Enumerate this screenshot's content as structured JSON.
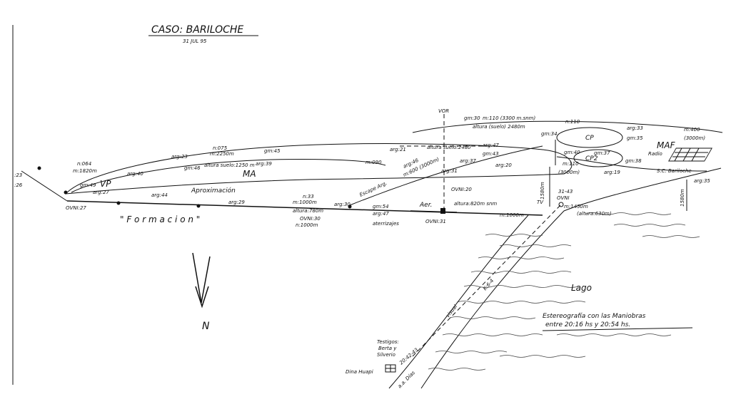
{
  "title": "CASO: BARILOCHE",
  "date": "31 JUL 95",
  "north": "N",
  "legend": {
    "line1": "Estereografía con las Maniobras",
    "line2": "entre 20:16 hs y 20:54 hs."
  },
  "places": {
    "lago": "Lago",
    "dina_huapi": "Dina Huapi",
    "aer": "Aer.",
    "radio": "Radio",
    "maf": "MAF",
    "sc_bariloche": "S.C. Bariloche",
    "vor": "VOR",
    "ovni": "OVNI",
    "cp": "CP",
    "cp2": "CP2",
    "ma": "MA",
    "vp": "VP",
    "tv": "TV",
    "visual": "visual",
    "k": "K:6-4"
  },
  "witnesses": {
    "line1": "Testigos:",
    "line2": "Berta y",
    "line3": "Silverio",
    "time": "20:42-43",
    "aa": "a.a. Días"
  },
  "routes": {
    "aproximacion": "Aproximación",
    "formacion": "\" F o r m a c i o n \"",
    "escape": "Escape Arg."
  },
  "annotations": {
    "a_23": ":23",
    "a_26": ":26",
    "ovni_27": "OVNI:27",
    "n_064": "n:064",
    "m_1820": "m:1820m",
    "gm_49": "gm:49",
    "arg_27": "arg:27",
    "arg_40": "arg:40",
    "arg_44": "arg:44",
    "arg_23": "arg:23",
    "n_075": "n:075",
    "m_2250": "m:2250m",
    "gm_45": "gm:45",
    "gm_46": "gm:46",
    "altura_1250": "altura suelo:1250 m",
    "arg_39": "arg:39",
    "n_33": "n:33",
    "m_1000": "m:1000m",
    "arg_29": "arg:29",
    "altura_780": "altura:780m",
    "arg_30": "arg:30",
    "ovni_30": "OVNI:30",
    "n_1000": "n:1000m",
    "arg_21": "arg:21",
    "m_090": "m:090",
    "altura_2480_mid": "altura suelo:2480",
    "arg_47_top": "arg:47",
    "gm_43": "gm:43",
    "arg_46": "arg:46",
    "m_600": "m:600 (3000m)",
    "arg_37": "arg:37",
    "arg_31": "arg:31",
    "arg_20": "arg:20",
    "ovni_20": "OVNI:20",
    "gm_54": "gm:54",
    "arg_47_bot": "arg:47",
    "aterrizajes": "aterrizajes",
    "ovni_31": "OVNI:31",
    "altura_820": "altura:820m snm",
    "m_1000_right": "m:1000m",
    "gm_30": "gm:30",
    "m_110_3300": "m:110 (3300 m.snm)",
    "altura_2480": "altura (suelo) 2480m",
    "n_110": "n:110",
    "gm_34": "gm:34",
    "arg_33": "arg:33",
    "gm_35": "gm:35",
    "m_400": "m:400",
    "m_3000": "(3000m)",
    "gm_40": "gm:40",
    "m_110": "m:110",
    "gm_37": "gm:37",
    "gm_38": "gm:38",
    "arg_19": "arg:19",
    "m_3000_b": "(3000m)",
    "h_1580": "1580m",
    "h_31_43": "31-43",
    "m_1450": "m:1450m",
    "altura_630": "(altura:630m)",
    "arg_35": "arg:35",
    "h_1580_r": "1580m"
  }
}
